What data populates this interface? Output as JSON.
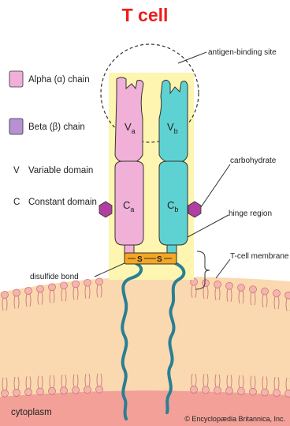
{
  "title": "T cell",
  "legend": {
    "alpha_chain": "Alpha (α) chain",
    "beta_chain": "Beta (β) chain",
    "variable_key": "V",
    "variable_domain": "Variable domain",
    "constant_key": "C",
    "constant_domain": "Constant domain"
  },
  "labels": {
    "antigen_binding_site": "antigen-binding site",
    "carbohydrate": "carbohydrate",
    "hinge_region": "hinge region",
    "t_cell_membrane": "T-cell membrane",
    "disulfide_bond": "disulfide bond",
    "cytoplasm": "cytoplasm",
    "copyright": "© Encyclopædia Britannica, Inc."
  },
  "domains": {
    "v_alpha": "V",
    "v_alpha_sub": "a",
    "v_beta": "V",
    "v_beta_sub": "b",
    "c_alpha": "C",
    "c_alpha_sub": "a",
    "c_beta": "C",
    "c_beta_sub": "b"
  },
  "disulfide": {
    "s1": "S",
    "s2": "S"
  },
  "colors": {
    "title": "#ee1c1c",
    "alpha_chain": "#f0b0d8",
    "beta_chain": "#5ed2d2",
    "legend_beta": "#b890d4",
    "carbohydrate": "#b040a0",
    "highlight": "#fdf5b0",
    "membrane": "#fbd9b0",
    "cytoplasm": "#f4a8a0",
    "lipid_head": "#f4b4b0",
    "bridge": "#f5a623"
  }
}
